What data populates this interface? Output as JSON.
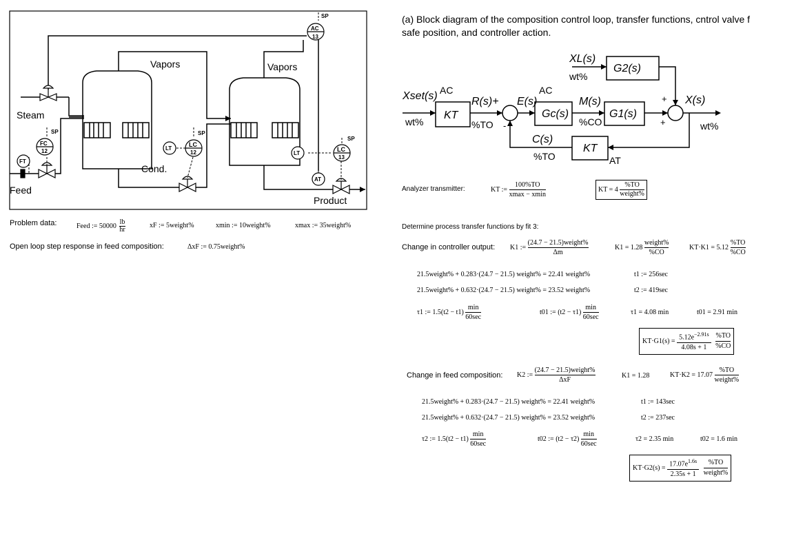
{
  "process": {
    "labels": {
      "steam": "Steam",
      "feed": "Feed",
      "vapors1": "Vapors",
      "vapors2": "Vapors",
      "cond": "Cond.",
      "product": "Product",
      "sp": "SP",
      "ac": "AC",
      "ac_num": "13",
      "fc": "FC",
      "fc_num": "12",
      "ft": "FT",
      "lt": "LT",
      "lc": "LC",
      "lc1_num": "12",
      "lc2_num": "13",
      "at": "AT"
    }
  },
  "left_text": {
    "problem_data": "Problem data:",
    "feed": "Feed := 50000",
    "feed_unit_num": "lb",
    "feed_unit_den": "hr",
    "xf": "xF := 5weight%",
    "xmin": "xmin := 10weight%",
    "xmax": "xmax := 35weight%",
    "open_loop": "Open loop step response in feed composition:",
    "dxf": "ΔxF := 0.75weight%"
  },
  "block": {
    "title_line1": "(a) Block diagram of the composition control loop, transfer functions, cntrol valve f",
    "title_line2": "safe position, and controller action.",
    "xset": "Xset(s)",
    "ac1": "AC",
    "wt1": "wt%",
    "kt1": "KT",
    "rs": "R(s)+",
    "to1": "%TO",
    "es": "E(s)",
    "ac2": "AC",
    "gc": "Gc(s)",
    "ms": "M(s)",
    "co": "%CO",
    "g1": "G1(s)",
    "xl": "XL(s)",
    "wt2": "wt%",
    "g2": "G2(s)",
    "plus1": "+",
    "plus2": "+",
    "xs": "X(s)",
    "wt3": "wt%",
    "minus": "-",
    "cs": "C(s)",
    "to2": "%TO",
    "kt2": "KT",
    "at": "AT"
  },
  "calc": {
    "analyzer_label": "Analyzer transmitter:",
    "kt_def_lhs": "KT :=",
    "kt_def_num": "100%TO",
    "kt_def_den": "xmax − xmin",
    "kt_val_lhs": "KT = 4",
    "kt_val_num": "%TO",
    "kt_val_den": "weight%",
    "determine": "Determine process transfer functions by fit 3:",
    "change_ctrl": "Change in controller output:",
    "k1_lhs": "K1 :=",
    "k1_num": "(24.7 − 21.5)weight%",
    "k1_den": "Δm",
    "k1_val": "K1 = 1.28",
    "k1_val_num": "weight%",
    "k1_val_den": "%CO",
    "ktk1": "KT·K1 = 5.12",
    "ktk1_num": "%TO",
    "ktk1_den": "%CO",
    "line1": "21.5weight% + 0.283·(24.7 − 21.5) weight% = 22.41 weight%",
    "t1": "t1 := 256sec",
    "line2": "21.5weight% + 0.632·(24.7 − 21.5) weight% = 23.52 weight%",
    "t2": "t2 := 419sec",
    "tau1_def": "τ1 := 1.5(t2 − t1)",
    "min_num": "min",
    "min_den": "60sec",
    "t01_def": "t01 := (t2 − τ1)",
    "tau1_val": "τ1 = 4.08 min",
    "t01_val": "t01 = 2.91 min",
    "ktg1_lhs": "KT·G1(s) =",
    "ktg1_num": "5.12e",
    "ktg1_exp": "−2.91s",
    "ktg1_den": "4.08s + 1",
    "ktg1_unum": "%TO",
    "ktg1_uden": "%CO",
    "change_feed": "Change in feed composition:",
    "k2_lhs": "K2 :=",
    "k2_num": "(24.7 − 21.5)weight%",
    "k2_den": "ΔxF",
    "k2_val": "K1 = 1.28",
    "ktk2": "KT·K2 = 17.07",
    "ktk2_num": "%TO",
    "ktk2_den": "weight%",
    "line3": "21.5weight% + 0.283·(24.7 − 21.5) weight% = 22.41 weight%",
    "t3": "t1 := 143sec",
    "line4": "21.5weight% + 0.632·(24.7 − 21.5) weight% = 23.52 weight%",
    "t4": "t2 := 237sec",
    "tau2_def": "τ2 := 1.5(t2 − t1)",
    "t02_def": "t02 := (t2 − τ2)",
    "tau2_val": "τ2 = 2.35 min",
    "t02_val": "t02 = 1.6 min",
    "ktg2_lhs": "KT·G2(s) =",
    "ktg2_num": "17.07e",
    "ktg2_exp": "1.6s",
    "ktg2_den": "2.35s + 1",
    "ktg2_unum": "%TO",
    "ktg2_uden": "weight%"
  }
}
